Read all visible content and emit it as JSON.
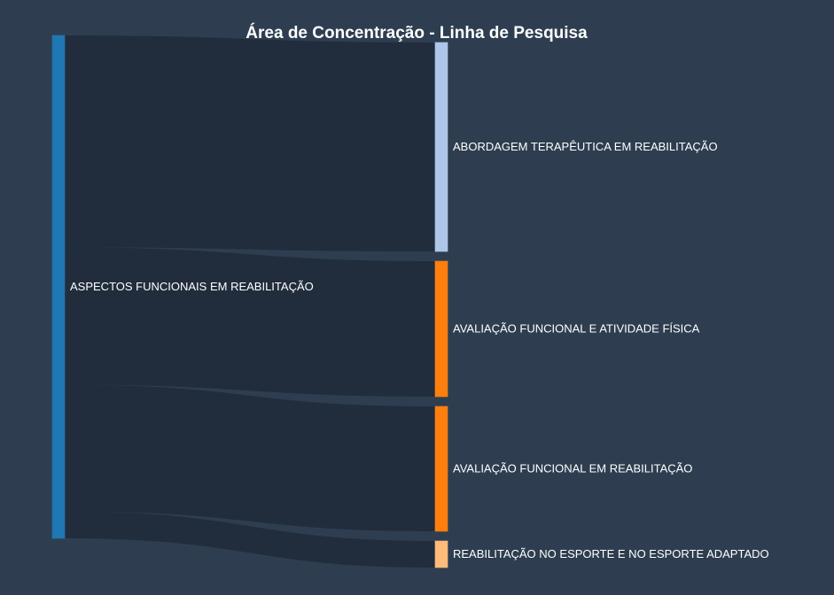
{
  "chart_data": {
    "type": "sankey",
    "title": "Área de Concentração - Linha de Pesquisa",
    "nodes": [
      {
        "id": "src",
        "label": "ASPECTOS FUNCIONAIS EM REABILITAÇÃO",
        "color": "#1f77b4",
        "column": 0
      },
      {
        "id": "t1",
        "label": "ABORDAGEM TERAPÊUTICA EM REABILITAÇÃO",
        "color": "#aec7e8",
        "column": 1
      },
      {
        "id": "t2",
        "label": "AVALIAÇÃO FUNCIONAL E ATIVIDADE FÍSICA",
        "color": "#ff7f0e",
        "column": 1
      },
      {
        "id": "t3",
        "label": "AVALIAÇÃO FUNCIONAL EM REABILITAÇÃO",
        "color": "#ff7f0e",
        "column": 1
      },
      {
        "id": "t4",
        "label": "REABILITAÇÃO NO ESPORTE E NO ESPORTE ADAPTADO",
        "color": "#ffbb78",
        "column": 1
      }
    ],
    "links": [
      {
        "source": "src",
        "target": "t1",
        "value": 236
      },
      {
        "source": "src",
        "target": "t2",
        "value": 153
      },
      {
        "source": "src",
        "target": "t3",
        "value": 141
      },
      {
        "source": "src",
        "target": "t4",
        "value": 30
      }
    ],
    "background": "#2e3e50",
    "link_color": "#1f2a38"
  }
}
